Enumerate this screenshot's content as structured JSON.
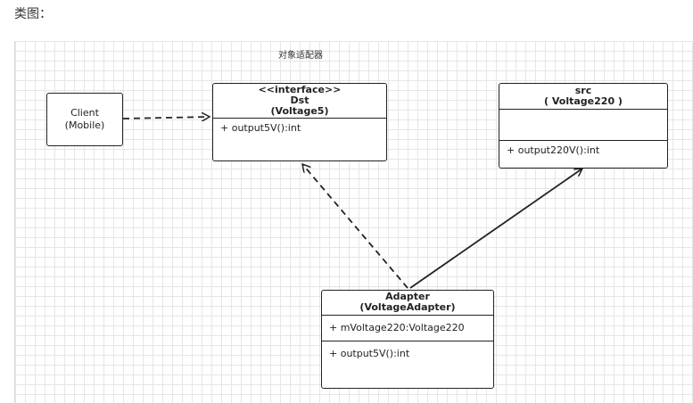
{
  "page": {
    "heading": "类图："
  },
  "diagram": {
    "title": "对象适配器",
    "client": {
      "line1": "Client",
      "line2": "(Mobile)"
    },
    "dst": {
      "stereotype": "<<interface>>",
      "name": "Dst",
      "alias": "(Voltage5)",
      "methods": [
        "+ output5V():int"
      ]
    },
    "src": {
      "name": "src",
      "alias": "( Voltage220 )",
      "methods": [
        "+ output220V():int"
      ]
    },
    "adapter": {
      "name": "Adapter",
      "alias": "(VoltageAdapter)",
      "fields": [
        "+ mVoltage220:Voltage220"
      ],
      "methods": [
        "+ output5V():int"
      ]
    },
    "colors": {
      "stroke": "#222222",
      "grid": "#e6e6e6"
    }
  }
}
